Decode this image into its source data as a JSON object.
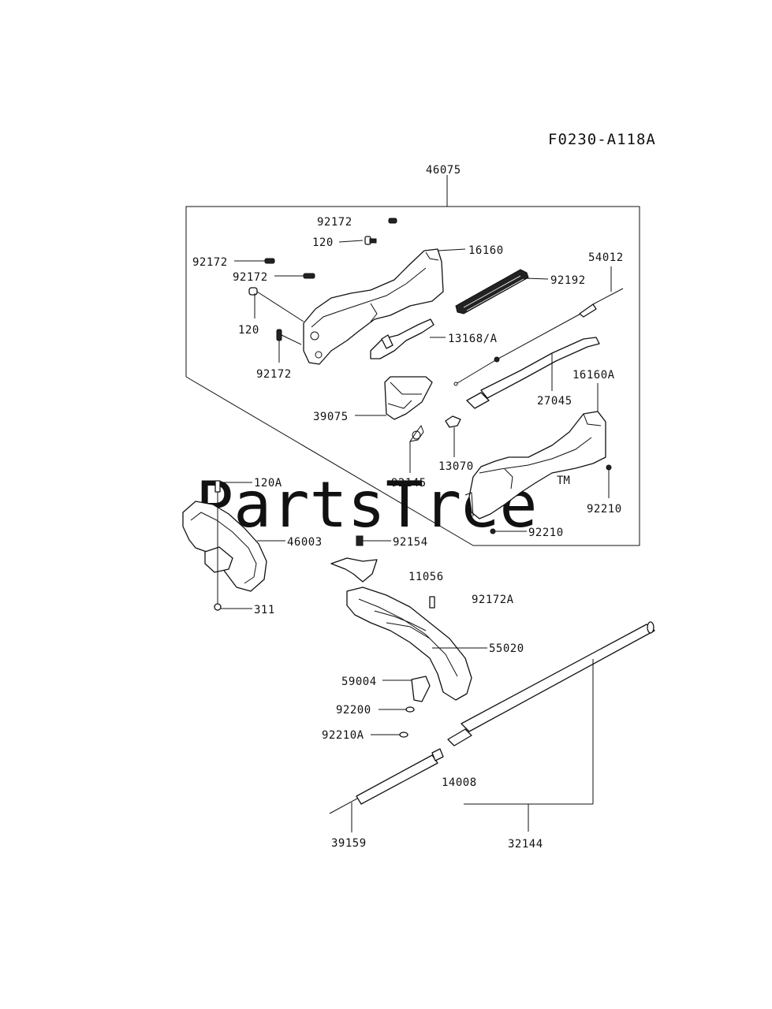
{
  "diagram": {
    "code": "F0230-A118A",
    "watermark": "PartsTree",
    "watermark_tm": "TM",
    "labels": {
      "p46075": "46075",
      "p92172_a": "92172",
      "p120_a": "120",
      "p16160": "16160",
      "p54012": "54012",
      "p92172_b": "92172",
      "p92172_c": "92172",
      "p92192": "92192",
      "p120_b": "120",
      "p13168A": "13168/A",
      "p92172_d": "92172",
      "p16160A": "16160A",
      "p27045": "27045",
      "p39075": "39075",
      "p13070": "13070",
      "p92145": "92145",
      "p92210_a": "92210",
      "p92210_b": "92210",
      "p120A": "120A",
      "p46003": "46003",
      "p92154": "92154",
      "p11056": "11056",
      "p92172A": "92172A",
      "p311": "311",
      "p55020": "55020",
      "p59004": "59004",
      "p92200": "92200",
      "p92210A": "92210A",
      "p14008": "14008",
      "p39159": "39159",
      "p32144": "32144"
    }
  }
}
